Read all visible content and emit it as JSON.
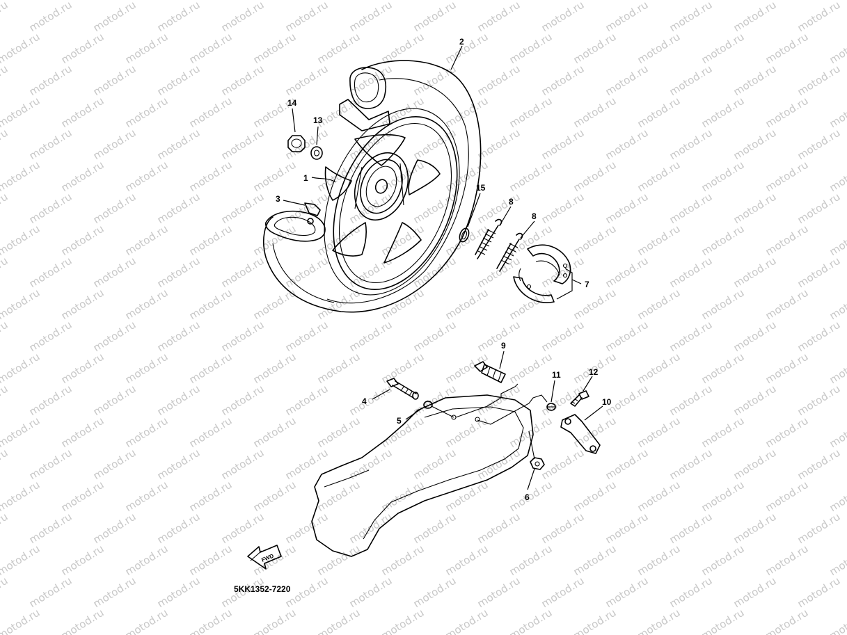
{
  "watermark": "motod.ru",
  "diagram_code": "5KK1352-7220",
  "fwd_label": "FWD",
  "callouts": {
    "c1": "1",
    "c2": "2",
    "c3": "3",
    "c4": "4",
    "c5": "5",
    "c6": "6",
    "c7": "7",
    "c8a": "8",
    "c8b": "8",
    "c9": "9",
    "c10": "10",
    "c11": "11",
    "c12": "12",
    "c13": "13",
    "c14": "14",
    "c15": "15"
  },
  "parts": [
    {
      "ref": "1",
      "name": "wheel"
    },
    {
      "ref": "2",
      "name": "tire"
    },
    {
      "ref": "3",
      "name": "valve"
    },
    {
      "ref": "4",
      "name": "stud-bolt"
    },
    {
      "ref": "5",
      "name": "o-ring"
    },
    {
      "ref": "6",
      "name": "nut"
    },
    {
      "ref": "7",
      "name": "brake-shoe-kit"
    },
    {
      "ref": "8",
      "name": "spring"
    },
    {
      "ref": "9",
      "name": "bolt"
    },
    {
      "ref": "10",
      "name": "bracket"
    },
    {
      "ref": "11",
      "name": "washer"
    },
    {
      "ref": "12",
      "name": "bolt"
    },
    {
      "ref": "13",
      "name": "washer"
    },
    {
      "ref": "14",
      "name": "nut"
    },
    {
      "ref": "15",
      "name": "circlip"
    }
  ]
}
